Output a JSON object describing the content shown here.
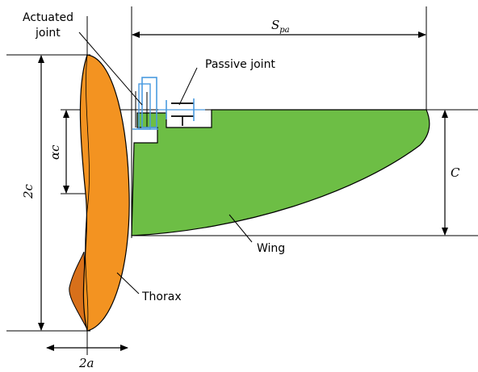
{
  "labels": {
    "actuated_joint_line1": "Actuated",
    "actuated_joint_line2": "joint",
    "passive_joint": "Passive joint",
    "wing": "Wing",
    "thorax": "Thorax"
  },
  "dimensions": {
    "span": "S",
    "span_sub": "pa",
    "chord": "C",
    "thorax_height": "2c",
    "joint_offset": "αc",
    "thorax_width": "2a"
  },
  "colors": {
    "thorax": "#F39321",
    "thorax_dark": "#D8701A",
    "wing": "#6DBE45",
    "joint": "#4A9BE0",
    "outline": "#000000"
  }
}
